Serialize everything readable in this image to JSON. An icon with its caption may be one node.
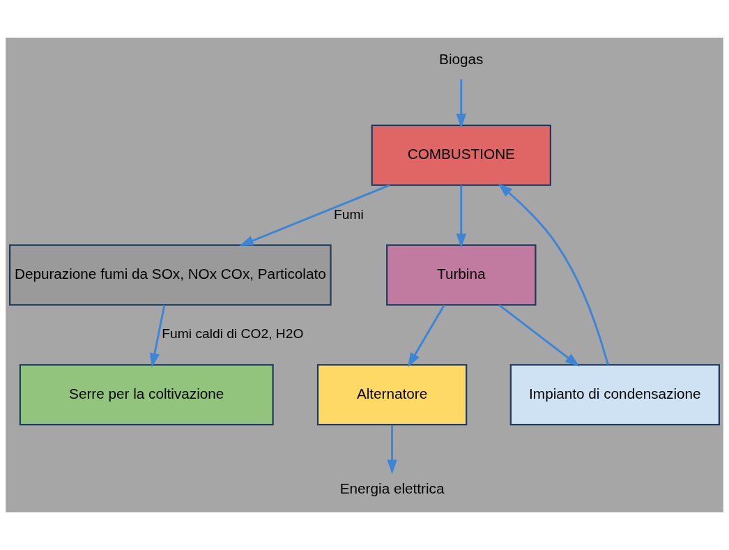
{
  "diagram": {
    "nodes": [
      {
        "text": [
          "Depurazione fumi da SOx, NOx COx, Particolato"
        ]
      },
      {
        "text": [
          "Turbina"
        ]
      },
      {
        "text": [
          "Alternatore"
        ]
      },
      {
        "text": [
          "Energia elettrica"
        ]
      },
      {
        "text": [
          "COMBUSTIONE"
        ]
      },
      {
        "text": [
          "Biogas"
        ]
      },
      {
        "text": [
          "Impianto di condensazione"
        ]
      },
      {
        "text": [
          "Serre per la coltivazione"
        ]
      }
    ],
    "edges": [
      {
        "from": 4,
        "to": 0,
        "arrow": "to",
        "label": "Fumi"
      },
      {
        "from": 4,
        "to": 1,
        "arrow": "to"
      },
      {
        "from": 1,
        "to": 2,
        "arrow": "to"
      },
      {
        "from": 2,
        "to": 3,
        "arrow": "to"
      },
      {
        "from": 1,
        "to": 6,
        "arrow": "to"
      },
      {
        "from": 6,
        "to": 4,
        "arrow": "to"
      },
      {
        "from": 5,
        "to": 4,
        "arrow": "to"
      },
      {
        "from": 0,
        "to": 7,
        "arrow": "to",
        "label": "Fumi caldi di CO2, H2O"
      }
    ]
  }
}
